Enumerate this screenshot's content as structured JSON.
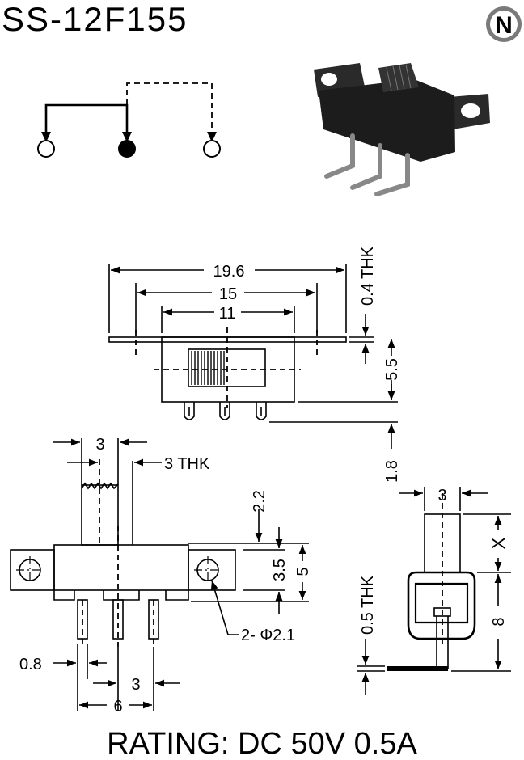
{
  "title": "SS-12F155",
  "logo_letter": "N",
  "rating": "RATING: DC 50V 0.5A",
  "top_view": {
    "dim_overall": "19.6",
    "dim_holes": "15",
    "dim_body": "11",
    "dim_plate_thk": "0.4 THK",
    "dim_height": "5.5",
    "dim_pin": "1.8"
  },
  "front_view": {
    "dim_actuator_width": "3",
    "dim_actuator_thk": "3 THK",
    "dim_top": "2.2",
    "dim_mid": "3.5",
    "dim_body_h": "5",
    "dim_hole": "2- Φ2.1",
    "dim_pin_w": "0.8",
    "dim_pin_pitch": "3",
    "dim_pin_span": "6"
  },
  "side_view": {
    "dim_width": "3",
    "dim_x": "X",
    "dim_body": "8",
    "dim_thk": "0.5 THK"
  }
}
